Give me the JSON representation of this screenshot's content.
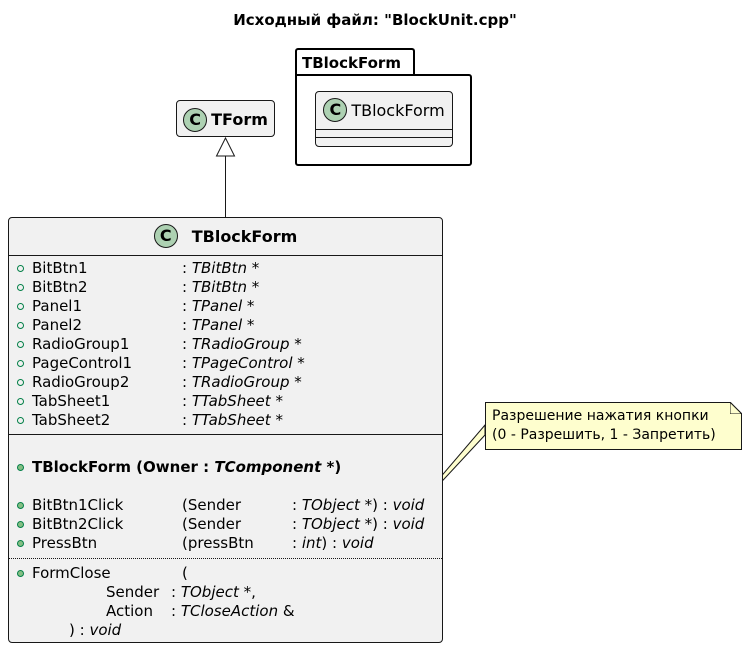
{
  "title": "Исходный файл: \"BlockUnit.cpp\"",
  "package": {
    "name": "TBlockForm",
    "class_name": "TBlockForm",
    "class_letter": "C"
  },
  "parent_class": {
    "name": "TForm",
    "class_letter": "C"
  },
  "main_class": {
    "name": "TBlockForm",
    "class_letter": "C",
    "fields": [
      {
        "name": "BitBtn1",
        "type": "TBitBtn",
        "suffix": " *"
      },
      {
        "name": "BitBtn2",
        "type": "TBitBtn",
        "suffix": " *"
      },
      {
        "name": "Panel1",
        "type": "TPanel",
        "suffix": " *"
      },
      {
        "name": "Panel2",
        "type": "TPanel",
        "suffix": " *"
      },
      {
        "name": "RadioGroup1",
        "type": "TRadioGroup",
        "suffix": " *"
      },
      {
        "name": "PageControl1",
        "type": "TPageControl",
        "suffix": " *"
      },
      {
        "name": "RadioGroup2",
        "type": "TRadioGroup",
        "suffix": " *"
      },
      {
        "name": "TabSheet1",
        "type": "TTabSheet",
        "suffix": " *"
      },
      {
        "name": "TabSheet2",
        "type": "TTabSheet",
        "suffix": " *"
      }
    ],
    "constructor": {
      "name": "TBlockForm (Owner : ",
      "param_type": "TComponent",
      "tail": " *)"
    },
    "methods": [
      {
        "name": "BitBtn1Click",
        "param": "(Sender",
        "param_type": "TObject",
        "tail": " *) : ",
        "ret": "void"
      },
      {
        "name": "BitBtn2Click",
        "param": "(Sender",
        "param_type": "TObject",
        "tail": " *) : ",
        "ret": "void"
      },
      {
        "name": "PressBtn",
        "param": "(pressBtn",
        "param_type": "int",
        "tail": ") : ",
        "ret": "void"
      }
    ],
    "form_close": {
      "name": "FormClose",
      "open": "(",
      "sender_name": "Sender",
      "sender_type": "TObject",
      "sender_tail": " *,",
      "action_name": "Action",
      "action_type": "TCloseAction",
      "action_tail": " &",
      "close": ") : ",
      "ret": "void"
    }
  },
  "note": {
    "line1": "Разрешение нажатия кнопки",
    "line2": "(0 - Разрешить, 1 - Запретить)"
  },
  "colors": {
    "class_fill": "#f1f1f1",
    "class_icon": "#add1b2",
    "note_fill": "#fefece",
    "member_icon": "#84be84"
  }
}
